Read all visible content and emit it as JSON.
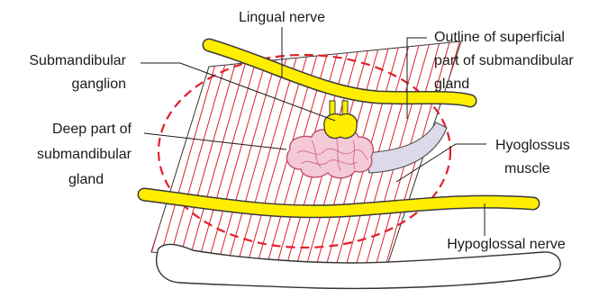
{
  "labels": {
    "lingual_nerve": "Lingual nerve",
    "submandibular_ganglion": [
      "Submandibular",
      "ganglion"
    ],
    "outline_superficial": [
      "Outline of superficial",
      "part of submandibular",
      "gland"
    ],
    "deep_part": [
      "Deep part of",
      "submandibular",
      "gland"
    ],
    "hyoglossus": [
      "Hyoglossus",
      "muscle"
    ],
    "hypoglossal_nerve": "Hypoglossal nerve"
  },
  "colors": {
    "nerve_fill": "#ffee00",
    "nerve_stroke": "#3a3a3a",
    "muscle_hatch": "#e0202a",
    "gland_outline": "#e0202a",
    "gland_fill": "#f4c9d8",
    "duct_fill": "#dcdaea",
    "bone_stroke": "#333333"
  }
}
